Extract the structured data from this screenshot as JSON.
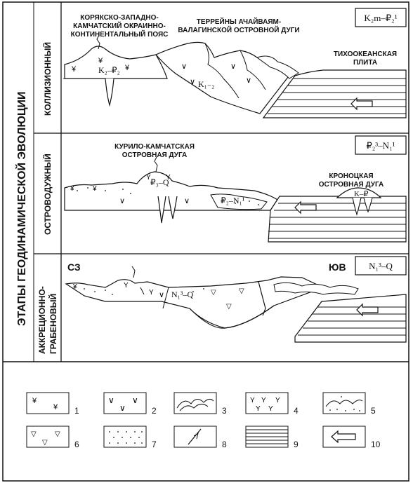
{
  "side": {
    "main": "ЭТАПЫ   ГЕОДИНАМИЧЕСКОЙ   ЭВОЛЮЦИИ",
    "panel1": "КОЛЛИЗИОННЫЙ",
    "panel2": "ОСТРОВОДУЖНЫЙ",
    "panel3_line1": "АККРЕЦИОННО-",
    "panel3_line2": "ГРАБЕНОВЫЙ"
  },
  "panel1": {
    "stage": "K₂m–₽₂¹",
    "label_left_1": "КОРЯКСКО-ЗАПАДНО-",
    "label_left_2": "КАМЧАТСКИЙ ОКРАИННО-",
    "label_left_3": "КОНТИНЕНТАЛЬНЫЙ ПОЯС",
    "label_mid_1": "ТЕРРЕЙНЫ АЧАЙВАЯМ-",
    "label_mid_2": "ВАЛАГИНСКОЙ ОСТРОВНОЙ ДУГИ",
    "label_right_1": "ТИХООКЕАНСКАЯ",
    "label_right_2": "ПЛИТА",
    "formula_a": "K₂–₽₂",
    "formula_b": "K₁₋₂"
  },
  "panel2": {
    "stage": "₽₂³–N₁¹",
    "label_left_1": "КУРИЛО-КАМЧАТСКАЯ",
    "label_left_2": "ОСТРОВНАЯ ДУГА",
    "label_right_1": "КРОНОЦКАЯ",
    "label_right_2": "ОСТРОВНАЯ ДУГА",
    "formula_a": "₽₃–Q",
    "formula_b": "₽₂–N₁¹",
    "formula_c": "K–₽"
  },
  "panel3": {
    "stage": "N₁³–Q",
    "dir_left": "СЗ",
    "dir_right": "ЮВ",
    "formula_a": "N₁³–Q"
  },
  "legend": {
    "items": [
      {
        "num": "1",
        "icon": "volcanic-felsic-pattern"
      },
      {
        "num": "2",
        "icon": "volcanic-mafic-pattern"
      },
      {
        "num": "3",
        "icon": "deformed-sediments-pattern"
      },
      {
        "num": "4",
        "icon": "andesite-pattern"
      },
      {
        "num": "5",
        "icon": "dotted-folded-pattern"
      },
      {
        "num": "6",
        "icon": "triangle-pattern"
      },
      {
        "num": "7",
        "icon": "sand-dots-pattern"
      },
      {
        "num": "8",
        "icon": "fault-arrow-symbol"
      },
      {
        "num": "9",
        "icon": "oceanic-plate-lines"
      },
      {
        "num": "10",
        "icon": "motion-arrow-symbol"
      }
    ]
  }
}
